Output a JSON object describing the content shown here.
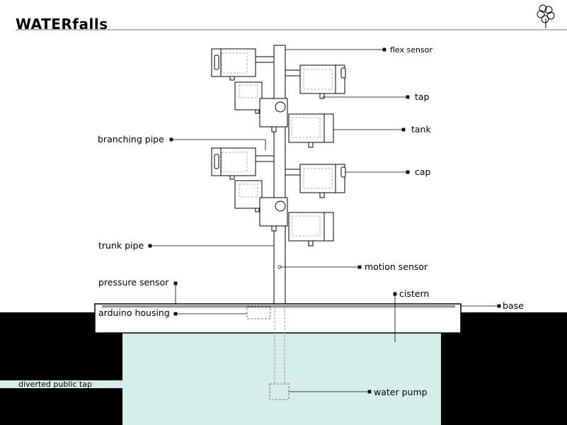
{
  "title": "WATERfalls",
  "logo": "tree-logo",
  "labels": {
    "flex_sensor": "flex sensor",
    "tap": "tap",
    "tank": "tank",
    "branching_pipe": "branching pipe",
    "cap": "cap",
    "trunk_pipe": "trunk pipe",
    "motion_sensor": "motion sensor",
    "pressure_sensor": "pressure sensor",
    "cistern": "cistern",
    "base": "base",
    "arduino_housing": "arduino housing",
    "diverted_public_tap": "diverted public tap",
    "water_pump": "water pump"
  },
  "colors": {
    "ground": "#000000",
    "water": "#d5eeea",
    "line": "#000000"
  }
}
